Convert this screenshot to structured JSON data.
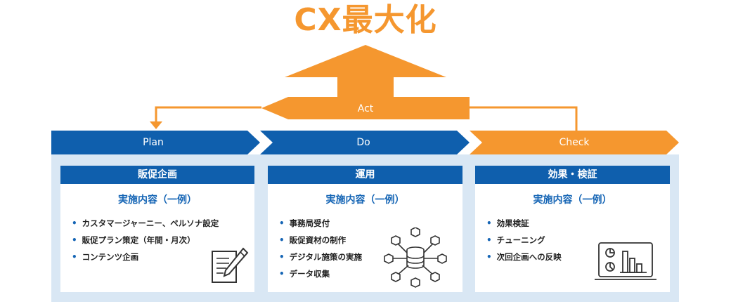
{
  "title": "CX最大化",
  "act_label": "Act",
  "phases": [
    {
      "label": "Plan"
    },
    {
      "label": "Do"
    },
    {
      "label": "Check"
    }
  ],
  "cards": [
    {
      "heading": "販促企画",
      "subheading": "実施内容（一例）",
      "items": [
        "カスタマージャーニー、ペルソナ設定",
        "販促プラン策定（年間・月次）",
        "コンテンツ企画"
      ],
      "icon": "document-pen-icon"
    },
    {
      "heading": "運用",
      "subheading": "実施内容（一例）",
      "items": [
        "事務局受付",
        "販促資材の制作",
        "デジタル施策の実施",
        "データ収集"
      ],
      "icon": "database-network-icon"
    },
    {
      "heading": "効果・検証",
      "subheading": "実施内容（一例）",
      "items": [
        "効果検証",
        "チューニング",
        "次回企画への反映"
      ],
      "icon": "dashboard-chart-icon"
    }
  ],
  "colors": {
    "orange": "#f5972f",
    "blue": "#0f5fad",
    "light_blue": "#d9e7f4"
  }
}
